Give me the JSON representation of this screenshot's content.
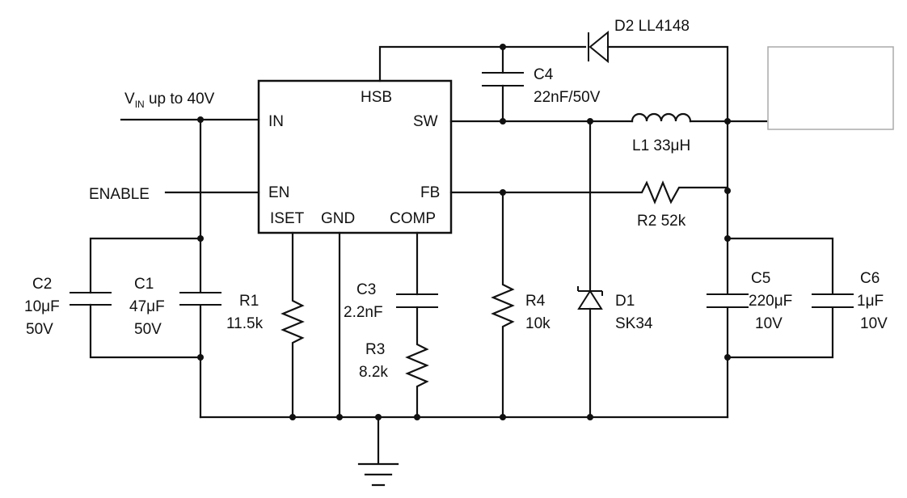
{
  "ic": {
    "pins": {
      "in": "IN",
      "hsb": "HSB",
      "sw": "SW",
      "en": "EN",
      "fb": "FB",
      "iset": "ISET",
      "gnd": "GND",
      "comp": "COMP"
    }
  },
  "nets": {
    "vin_v": "V",
    "vin_sub": "IN",
    "vin_rest": " up to 40V",
    "enable": "ENABLE"
  },
  "components": {
    "d2": "D2 LL4148",
    "c4": {
      "name": "C4",
      "value": "22nF/50V"
    },
    "l1": "L1 33μH",
    "r2": "R2 52k",
    "c2": {
      "name": "C2",
      "value": "10μF",
      "rating": "50V"
    },
    "c1": {
      "name": "C1",
      "value": "47μF",
      "rating": "50V"
    },
    "r1": {
      "name": "R1",
      "value": "11.5k"
    },
    "c3": {
      "name": "C3",
      "value": "2.2nF"
    },
    "r3": {
      "name": "R3",
      "value": "8.2k"
    },
    "r4": {
      "name": "R4",
      "value": "10k"
    },
    "d1": {
      "name": "D1",
      "value": "SK34"
    },
    "c5": {
      "name": "C5",
      "value": "220μF",
      "rating": "10V"
    },
    "c6": {
      "name": "C6",
      "value": "1μF",
      "rating": "10V"
    }
  }
}
